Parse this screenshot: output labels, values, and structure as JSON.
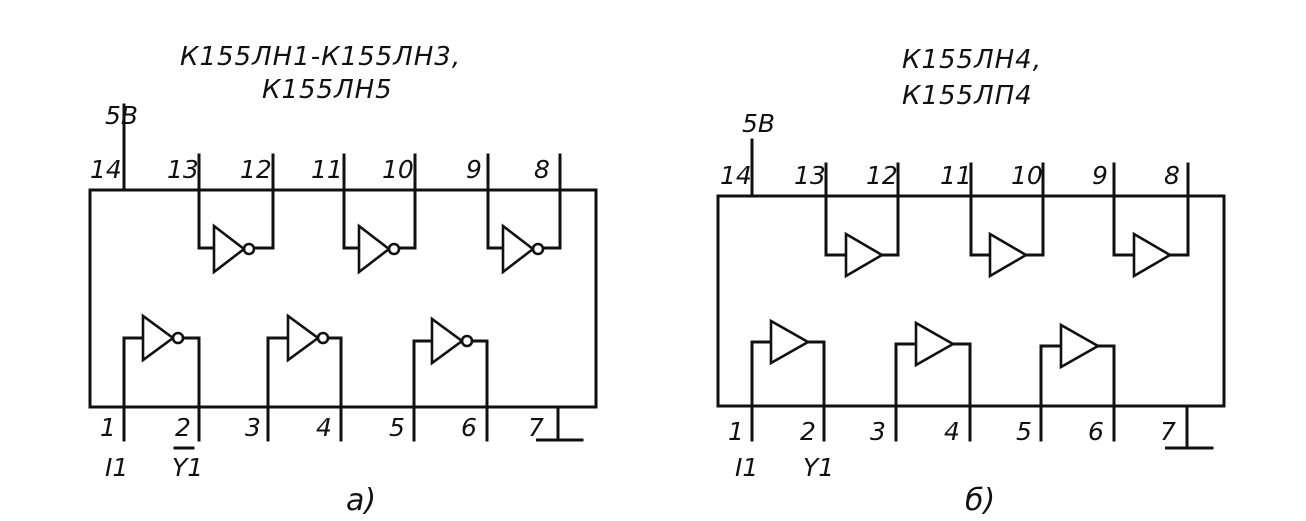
{
  "diagram_a": {
    "title_line1": "К155ЛН1-К155ЛН3,",
    "title_line2": "К155ЛН5",
    "supply": "5В",
    "top_pins": [
      "14",
      "13",
      "12",
      "11",
      "10",
      "9",
      "8"
    ],
    "bottom_pins": [
      "1",
      "2",
      "3",
      "4",
      "5",
      "6",
      "7"
    ],
    "input_label": "I1",
    "output_label": "Y1",
    "caption": "а)"
  },
  "diagram_b": {
    "title_line1": "К155ЛН4,",
    "title_line2": "К155ЛП4",
    "supply": "5В",
    "top_pins": [
      "14",
      "13",
      "12",
      "11",
      "10",
      "9",
      "8"
    ],
    "bottom_pins": [
      "1",
      "2",
      "3",
      "4",
      "5",
      "6",
      "7"
    ],
    "input_label": "I1",
    "output_label": "Y1",
    "caption": "б)"
  },
  "colors": {
    "ink": "#111111",
    "paper": "#ffffff"
  }
}
